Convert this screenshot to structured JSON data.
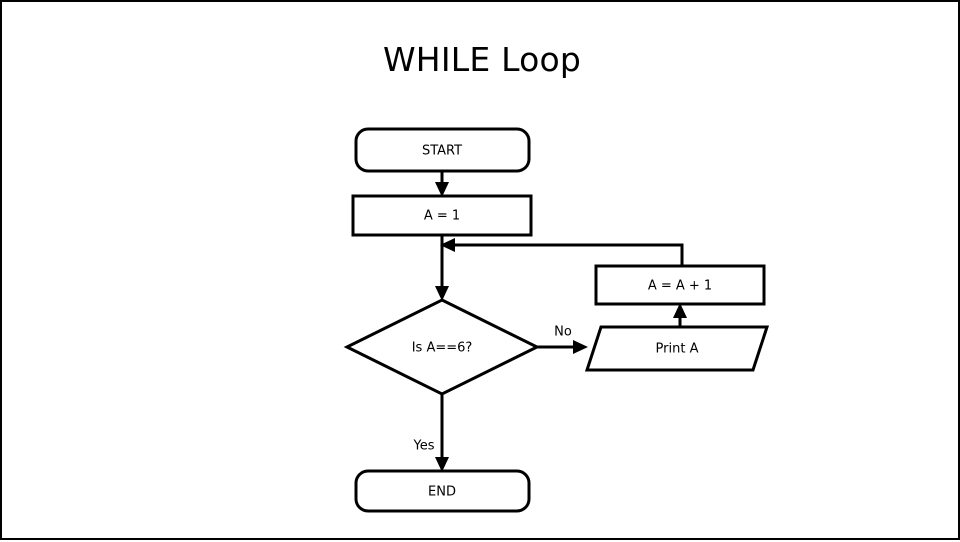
{
  "slide": {
    "title": "WHILE Loop",
    "background_color": "#ffffff",
    "border_color": "#000000",
    "line_color": "#000000"
  },
  "flowchart": {
    "nodes": [
      {
        "id": "start",
        "label": "START",
        "shape": "terminator"
      },
      {
        "id": "init",
        "label": "A = 1",
        "shape": "process"
      },
      {
        "id": "decision",
        "label": "Is A==6?",
        "shape": "decision"
      },
      {
        "id": "increment",
        "label": "A = A + 1",
        "shape": "process"
      },
      {
        "id": "print",
        "label": "Print A",
        "shape": "input-output"
      },
      {
        "id": "end",
        "label": "END",
        "shape": "terminator"
      }
    ],
    "edges": [
      {
        "from": "start",
        "to": "init",
        "label": ""
      },
      {
        "from": "init",
        "to": "decision",
        "label": ""
      },
      {
        "from": "decision",
        "to": "print",
        "label": "No"
      },
      {
        "from": "print",
        "to": "increment",
        "label": ""
      },
      {
        "from": "increment",
        "to": "init",
        "label": ""
      },
      {
        "from": "decision",
        "to": "end",
        "label": "Yes"
      }
    ],
    "edge_labels": {
      "no": "No",
      "yes": "Yes"
    }
  }
}
